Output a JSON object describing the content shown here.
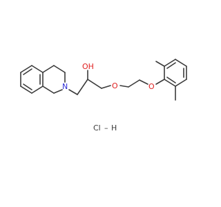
{
  "molecule": {
    "atoms": {
      "nitrogen": "N",
      "hydroxyl": "OH",
      "ether_oxygen_1": "O",
      "ether_oxygen_2": "O"
    },
    "salt": {
      "chlorine": "Cl",
      "bond": "–",
      "hydrogen": "H"
    }
  },
  "colors": {
    "bond": "#3a3a3a",
    "oxygen": "#e02020",
    "nitrogen": "#2c2cd6",
    "carbon_text": "#3a3a3a"
  }
}
